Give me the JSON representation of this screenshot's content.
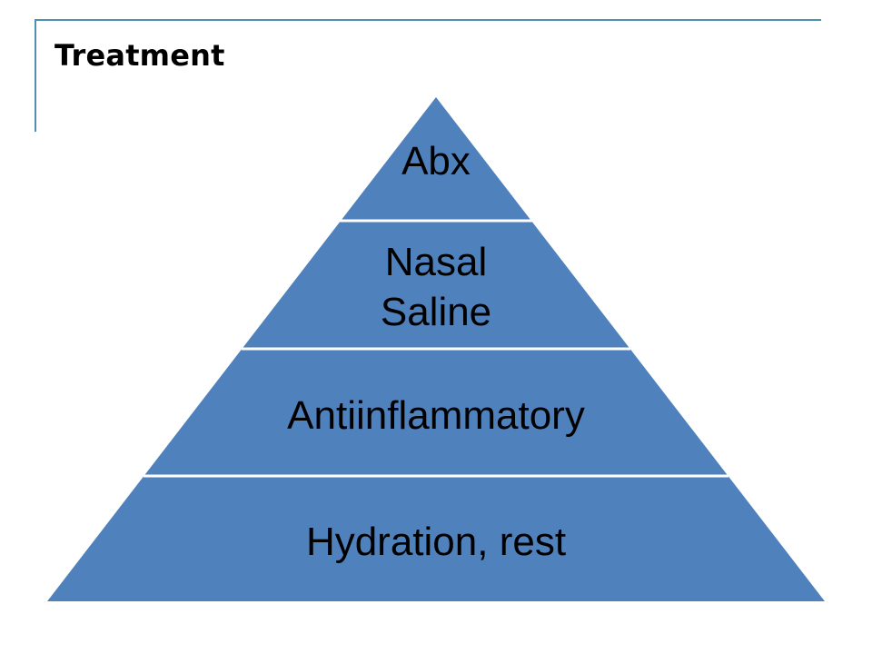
{
  "slide": {
    "title": "Treatment"
  },
  "pyramid": {
    "fill_color": "#4f81bd",
    "divider_color": "#ffffff",
    "tiers": [
      {
        "lines": [
          "Abx"
        ]
      },
      {
        "lines": [
          "Nasal",
          "Saline"
        ]
      },
      {
        "lines": [
          "Antiinflammatory"
        ]
      },
      {
        "lines": [
          "Hydration, rest"
        ]
      }
    ]
  },
  "colors": {
    "frame_accent": "#4f8fb3",
    "text": "#000000"
  }
}
